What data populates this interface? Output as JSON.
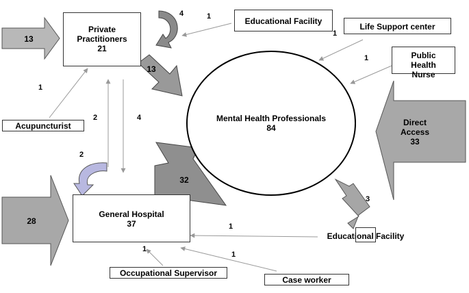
{
  "nodes": {
    "private_practitioners": {
      "name": "Private Practitioners",
      "count": "21"
    },
    "mental_health": {
      "name": "Mental Health Professionals",
      "count": "84"
    },
    "general_hospital": {
      "name": "General Hospital",
      "count": "37"
    },
    "educational_facility_top": "Educational Facility",
    "life_support": "Life Support center",
    "public_health_nurse": "Public Health Nurse",
    "acupuncturist": "Acupuncturist",
    "direct_access": "Direct Access",
    "educational_facility_bottom": "Educational Facility",
    "occupational_supervisor": "Occupational Supervisor",
    "case_worker": "Case worker"
  },
  "flows": {
    "into_private_left": "13",
    "private_self_loop": "4",
    "edu_to_private": "1",
    "edu_flow_extra": "1",
    "life_support_to_mh": "1",
    "nurse_to_mh": "1",
    "private_to_mh": "13",
    "acupuncturist_to_private": "1",
    "hospital_to_private": "2",
    "private_to_hospital": "4",
    "hospital_self_loop": "2",
    "hospital_to_mh": "32",
    "direct_access_count": "33",
    "into_hospital_left": "28",
    "edu_bottom_to_mh": "3",
    "edu_bottom_to_hospital": "1",
    "occ_to_hospital": "1",
    "case_worker_to_hospital": "1"
  },
  "colors": {
    "arrow_gray": "#b0b0b0",
    "arrow_dark": "#8c8c8c",
    "loop_blue": "#b8b8e0",
    "line": "#999999"
  }
}
